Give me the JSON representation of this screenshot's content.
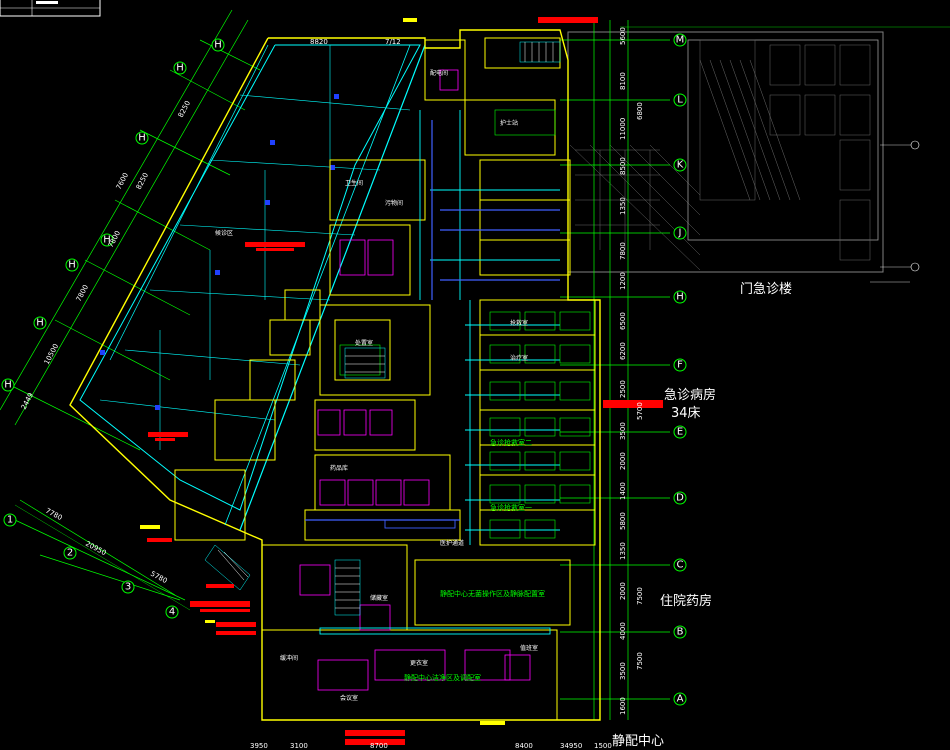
{
  "title_block": {
    "present": true
  },
  "building_labels": {
    "outpatient": "门急诊楼",
    "emergency_ward": "急诊病房",
    "bed_count": "34床",
    "inpatient_pharmacy": "住院药房",
    "pivas": "静配中心"
  },
  "right_axis_labels": [
    "M",
    "L",
    "K",
    "J",
    "H",
    "F",
    "E",
    "D",
    "C",
    "B",
    "A"
  ],
  "left_axis_labels": [
    "H",
    "H",
    "H",
    "H",
    "H",
    "H",
    "H"
  ],
  "bottom_left_axis_labels": [
    "1",
    "2",
    "3",
    "4"
  ],
  "right_dims": [
    "5600",
    "8100",
    "11000",
    "8500",
    "1350",
    "7800",
    "1200",
    "6500",
    "6200",
    "2500",
    "3500",
    "2000",
    "1400",
    "5800",
    "1350",
    "2000",
    "4000",
    "3500",
    "1600",
    "6800",
    "7500",
    "7500",
    "5700"
  ],
  "top_dims": [
    "8820",
    "7/12"
  ],
  "left_dims": [
    "8250",
    "8250",
    "7800",
    "7800",
    "10500",
    "2449",
    "7780",
    "20950",
    "5780",
    "7600"
  ],
  "bottom_dims": [
    "3950",
    "3100",
    "8700",
    "8400",
    "34950",
    "1500"
  ],
  "room_labels": [
    "配电间",
    "护士站",
    "卫生间",
    "污物间",
    "候诊区",
    "处置室",
    "抢救室",
    "治疗室",
    "药品库",
    "储藏室",
    "医护通道",
    "缓冲间",
    "更衣室",
    "值班室",
    "会议室"
  ],
  "notes": [
    "静配中心无菌操作区及静脉配置室",
    "静配中心洁净区及调配室",
    "急诊抢救室一",
    "急诊抢救室二"
  ],
  "colors": {
    "grid": "#00ff00",
    "wall": "#ffff00",
    "partition": "#ff00ff",
    "duct": "#00ffff",
    "pipe": "#4060ff",
    "highlight": "#ff0000",
    "existing": "#808080"
  }
}
